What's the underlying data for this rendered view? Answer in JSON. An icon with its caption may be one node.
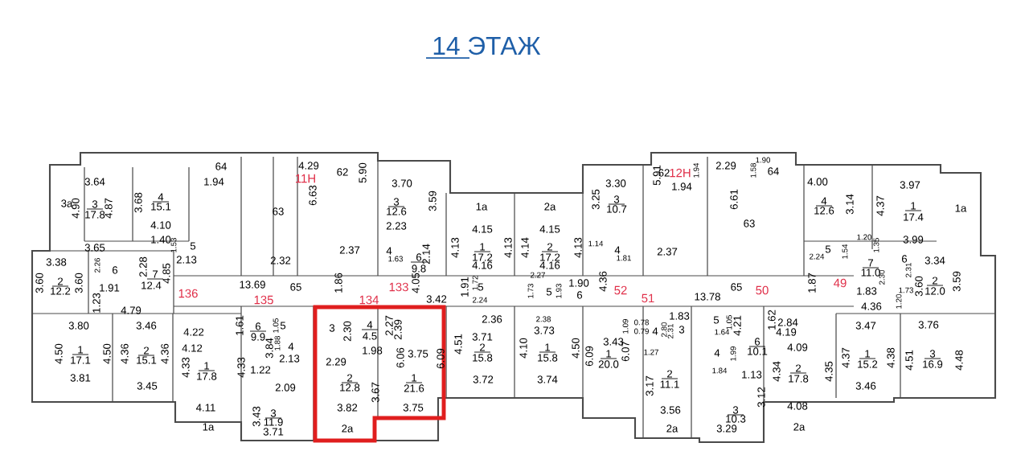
{
  "diagram": {
    "title": "14 ЭТАЖ",
    "labels": [
      "3.64",
      "1.94",
      "64",
      "11Н",
      "4.29",
      "62",
      "5.90",
      "3.70",
      "3.30",
      "5.91",
      "62",
      "12Н",
      "1.94",
      "1.94",
      "2.29",
      "1.58",
      "1.90",
      "64",
      "4.00",
      "3.97",
      "3a",
      "4.90",
      "3",
      "17.8",
      "4.87",
      "3.68",
      "4",
      "15.1",
      "63",
      "6.63",
      "3",
      "12.6",
      "3.59",
      "1a",
      "2a",
      "3.25",
      "3",
      "10.7",
      "6.61",
      "4",
      "12.6",
      "3.14",
      "4.37",
      "1",
      "17.4",
      "1a",
      "4.10",
      "1.40",
      "2.23",
      "4.15",
      "4.15",
      "63",
      "1.20",
      "3.99",
      "3.65",
      "1.53",
      "5",
      "2.37",
      "4",
      "4.13",
      "1",
      "4.13",
      "4.14",
      "2",
      "4.13",
      "1.14",
      "4",
      "2.37",
      "5",
      "1.35",
      "2.13",
      "2.32",
      "1.63",
      "6",
      "2.14",
      "17.2",
      "17.2",
      "1.81",
      "2.24",
      "1.54",
      "3.38",
      "2.26",
      "6",
      "2.28",
      "7",
      "4.85",
      "9.8",
      "4.16",
      "2.27",
      "4.16",
      "7",
      "11.0",
      "2.30",
      "6",
      "2.31",
      "3.34",
      "3.60",
      "2",
      "12.2",
      "3.60",
      "1.91",
      "12.4",
      "13.69",
      "65",
      "1.86",
      "133",
      "4.05",
      "1.91",
      "1.72",
      "5",
      "1.73",
      "5",
      "1.93",
      "1.90",
      "6",
      "4.36",
      "52",
      "65",
      "50",
      "1.87",
      "49",
      "1.83",
      "1.73",
      "3.60",
      "2",
      "12.0",
      "3.59",
      "1.23",
      "4.79",
      "136",
      "135",
      "134",
      "3.42",
      "2.24",
      "51",
      "13.78",
      "4.36",
      "1.20",
      "3.80",
      "3.46",
      "4.22",
      "1.61",
      "6",
      "9.9",
      "1.05",
      "5",
      "3",
      "2.30",
      "4",
      "4.5",
      "2.27",
      "2.39",
      "2.36",
      "2.38",
      "3.73",
      "1.09",
      "0.78",
      "0.79",
      "4",
      "2.80",
      "2.31",
      "1.83",
      "3",
      "5",
      "1.64",
      "1.05",
      "4.21",
      "1.62",
      "4.19",
      "2.84",
      "3.47",
      "3.76",
      "4.50",
      "1",
      "17.1",
      "4.50",
      "4.36",
      "2",
      "15.1",
      "4.36",
      "4.12",
      "3.84",
      "1.88",
      "2.13",
      "4",
      "2.29",
      "1.98",
      "6.06",
      "3.75",
      "6.09",
      "4.51",
      "3.71",
      "2",
      "15.8",
      "4.10",
      "1",
      "15.8",
      "4.50",
      "6.09",
      "1",
      "20.0",
      "3.43",
      "6.07",
      "1.27",
      "4",
      "1.99",
      "6",
      "10.1",
      "4.09",
      "4.37",
      "1",
      "15.2",
      "4.38",
      "4.51",
      "3",
      "16.9",
      "4.48",
      "3.81",
      "3.45",
      "4.33",
      "1",
      "17.8",
      "4.33",
      "1.22",
      "2.09",
      "2",
      "12.8",
      "3.67",
      "1",
      "21.6",
      "3.72",
      "3.74",
      "3.17",
      "2",
      "11.1",
      "1.84",
      "1.13",
      "4.34",
      "2",
      "17.8",
      "4.35",
      "3.46",
      "4.11",
      "3.43",
      "3",
      "11.9",
      "3.82",
      "3.75",
      "3.56",
      "3",
      "10.3",
      "3.12",
      "4.08",
      "1a",
      "3.71",
      "2a",
      "2a",
      "3.29",
      "2a"
    ]
  }
}
